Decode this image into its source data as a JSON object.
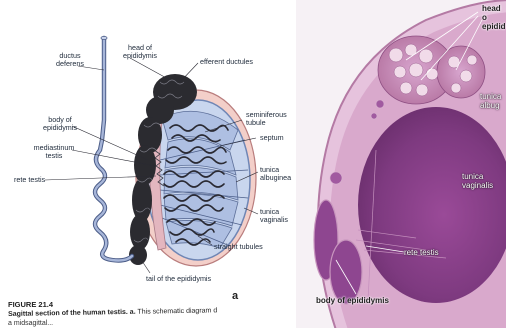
{
  "diagram": {
    "labels": {
      "ductus_deferens": "ductus\ndeferens",
      "head_of_epididymis": "head of\nepididymis",
      "efferent_ductules": "efferent ductules",
      "seminiferous_tubule": "seminiferous\ntubule",
      "septum": "septum",
      "body_of_epididymis": "body of\nepididymis",
      "mediastinum_testis": "mediastinum\ntestis",
      "rete_testis": "rete testis",
      "tunica_albuginea": "tunica\nalbuginea",
      "tunica_vaginalis": "tunica\nvaginalis",
      "straight_tubules": "straight tubules",
      "tail_of_epididymis": "tail of the epididymis"
    },
    "panel_letter": "a"
  },
  "photo": {
    "labels": {
      "head_of_epididymis": "head o\nepidid",
      "tunica_albuginea": "tunica\nalbug",
      "tunica_vaginalis": "tunica\nvaginalis",
      "rete_testis": "rete testis",
      "body_of_epididymis": "body of epididymis"
    }
  },
  "figure": {
    "number": "FIGURE 21.4",
    "caption_bold": "Sagittal section of the human testis. a.",
    "caption_text": " This schematic diagram d",
    "caption_line2": "a midsagittal..."
  },
  "colors": {
    "tubule_blue": "#9fb4d8",
    "tubule_dark": "#2a2a33",
    "capsule_pink": "#e8a9a6",
    "tissue_purple": "#8a3f88",
    "tissue_light": "#c98fbf",
    "photo_bg": "#f4eef4"
  }
}
